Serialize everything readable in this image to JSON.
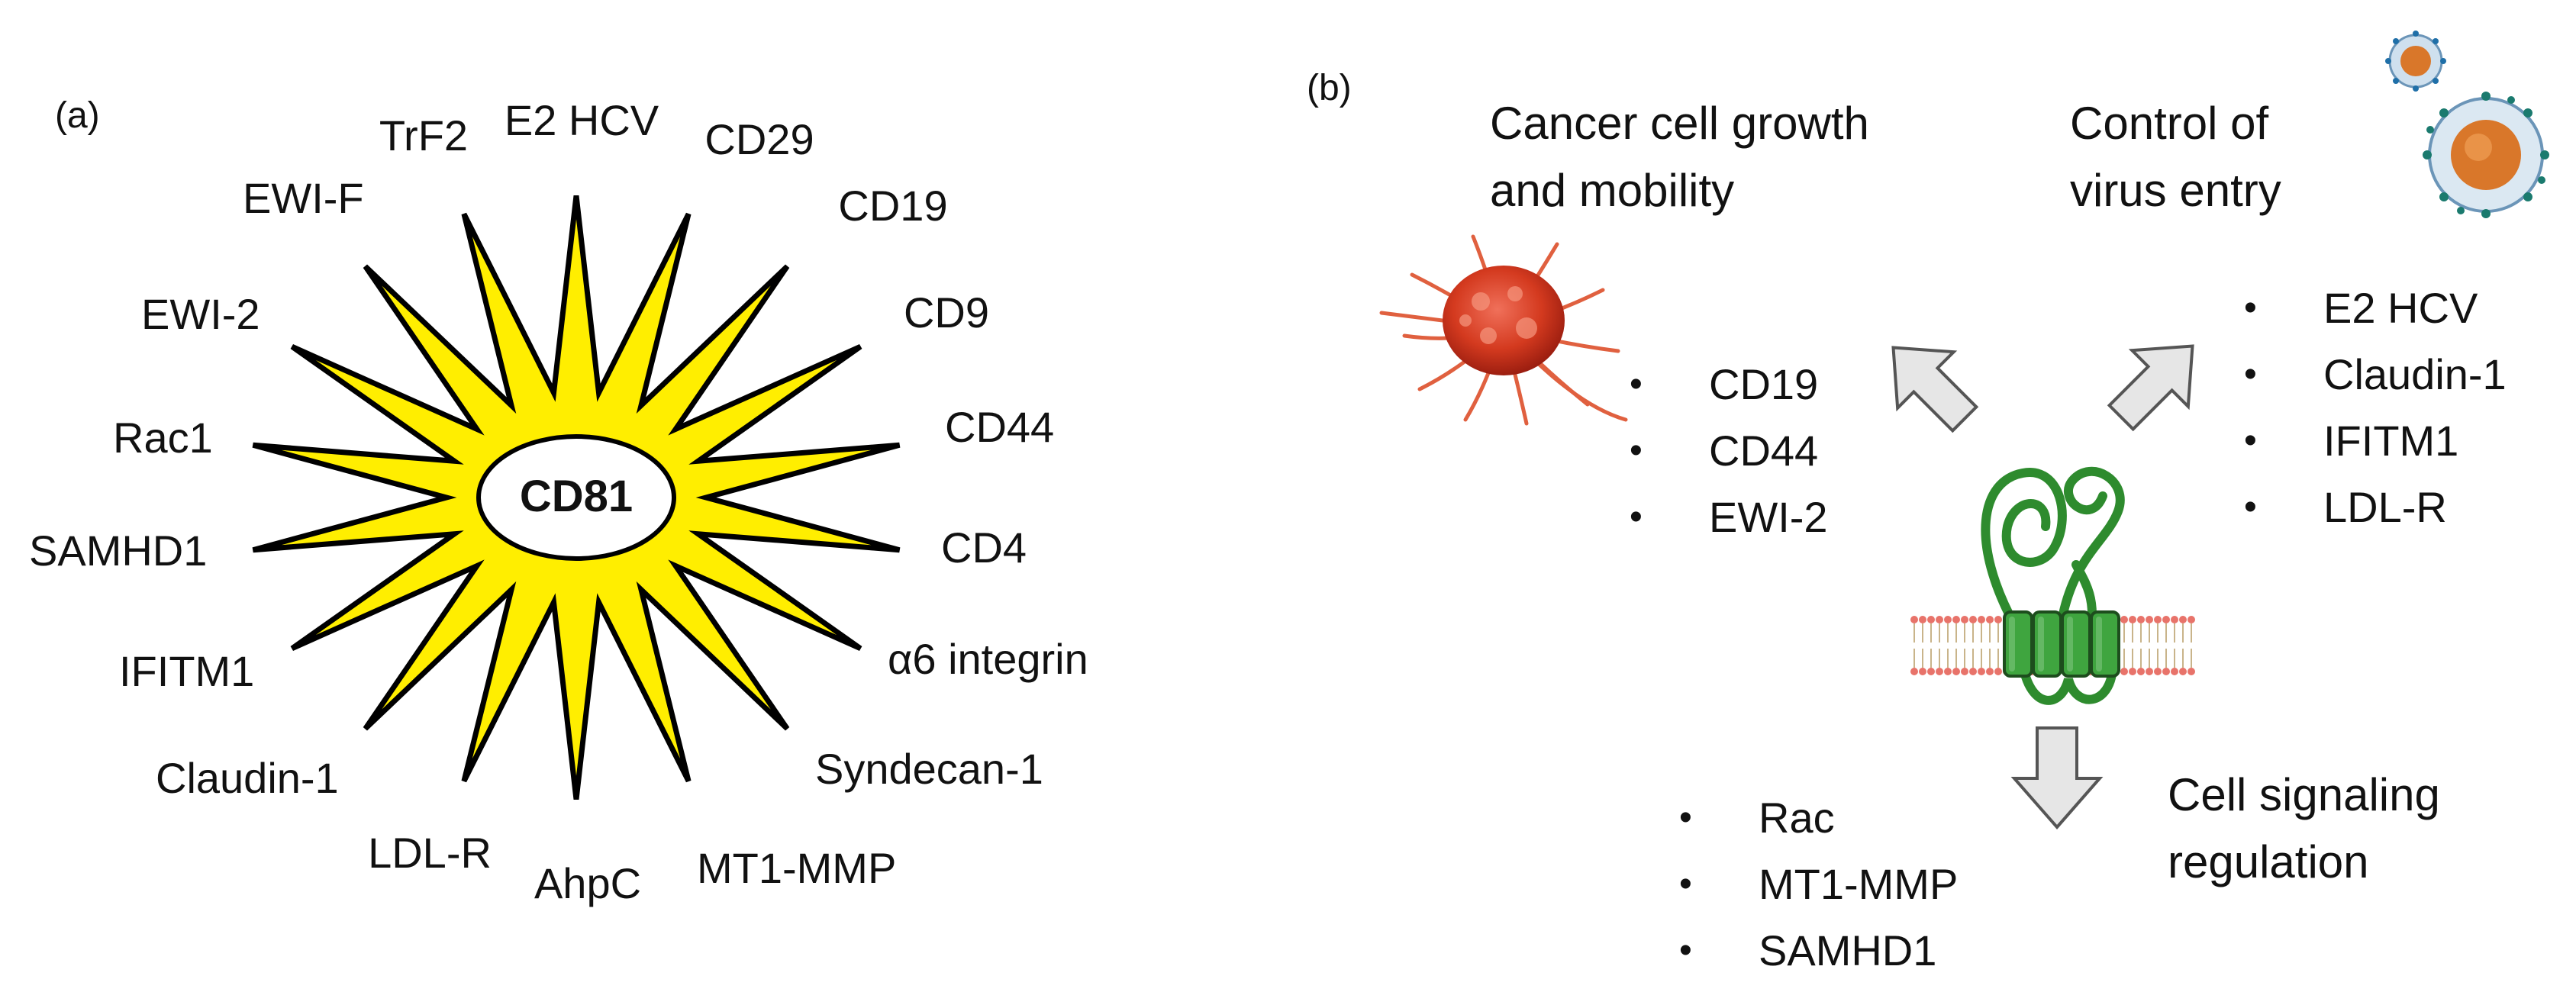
{
  "panel_a": {
    "label": "(a)",
    "center_label": "CD81",
    "star_color": "#ffee00",
    "partners": [
      "E2 HCV",
      "CD29",
      "CD19",
      "CD9",
      "CD44",
      "CD4",
      "α6 integrin",
      "Syndecan-1",
      "MT1-MMP",
      "AhpC",
      "LDL-R",
      "Claudin-1",
      "IFITM1",
      "SAMHD1",
      "Rac1",
      "EWI-2",
      "EWI-F",
      "TrF2"
    ]
  },
  "panel_b": {
    "label": "(b)",
    "cancer": {
      "heading_line1": "Cancer cell growth",
      "heading_line2": "and mobility",
      "items": [
        "CD19",
        "CD44",
        "EWI-2"
      ]
    },
    "virus": {
      "heading_line1": "Control of",
      "heading_line2": "virus entry",
      "items": [
        "E2 HCV",
        "Claudin-1",
        "IFITM1",
        "LDL-R"
      ]
    },
    "signaling": {
      "heading_line1": "Cell signaling",
      "heading_line2": "regulation",
      "items": [
        "Rac",
        "MT1-MMP",
        "SAMHD1"
      ]
    },
    "colors": {
      "protein": "#2e8b2e",
      "membrane_head": "#e8736a",
      "arrow_fill": "#e6e6e6",
      "cancer_cell": "#d43a1f",
      "virus": "#d9772a"
    }
  }
}
